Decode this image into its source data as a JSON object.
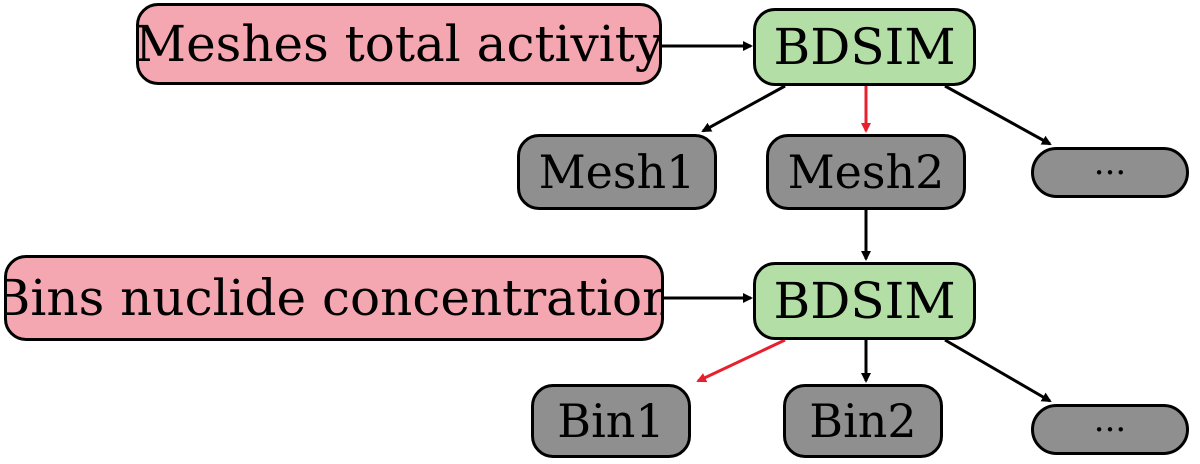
{
  "nodes": {
    "meshes_total_activity": "Meshes total activity",
    "bdsim_top": "BDSIM",
    "mesh1": "Mesh1",
    "mesh2": "Mesh2",
    "ellipsis_top": "···",
    "bins_nuclide_concentration": "Bins nuclide concentration",
    "bdsim_bottom": "BDSIM",
    "bin1": "Bin1",
    "bin2": "Bin2",
    "ellipsis_bottom": "···"
  },
  "colors": {
    "input_box": "#f4a7b0",
    "bdsim_box": "#b3dea6",
    "output_box": "#8f8f8f",
    "arrow_default": "#000000",
    "arrow_highlight": "#e8202e"
  },
  "edges": [
    {
      "from": "meshes_total_activity",
      "to": "bdsim_top",
      "highlight": false
    },
    {
      "from": "bdsim_top",
      "to": "mesh1",
      "highlight": false
    },
    {
      "from": "bdsim_top",
      "to": "mesh2",
      "highlight": true
    },
    {
      "from": "bdsim_top",
      "to": "ellipsis_top",
      "highlight": false
    },
    {
      "from": "mesh2",
      "to": "bdsim_bottom",
      "highlight": false
    },
    {
      "from": "bins_nuclide_concentration",
      "to": "bdsim_bottom",
      "highlight": false
    },
    {
      "from": "bdsim_bottom",
      "to": "bin1",
      "highlight": true
    },
    {
      "from": "bdsim_bottom",
      "to": "bin2",
      "highlight": false
    },
    {
      "from": "bdsim_bottom",
      "to": "ellipsis_bottom",
      "highlight": false
    }
  ]
}
